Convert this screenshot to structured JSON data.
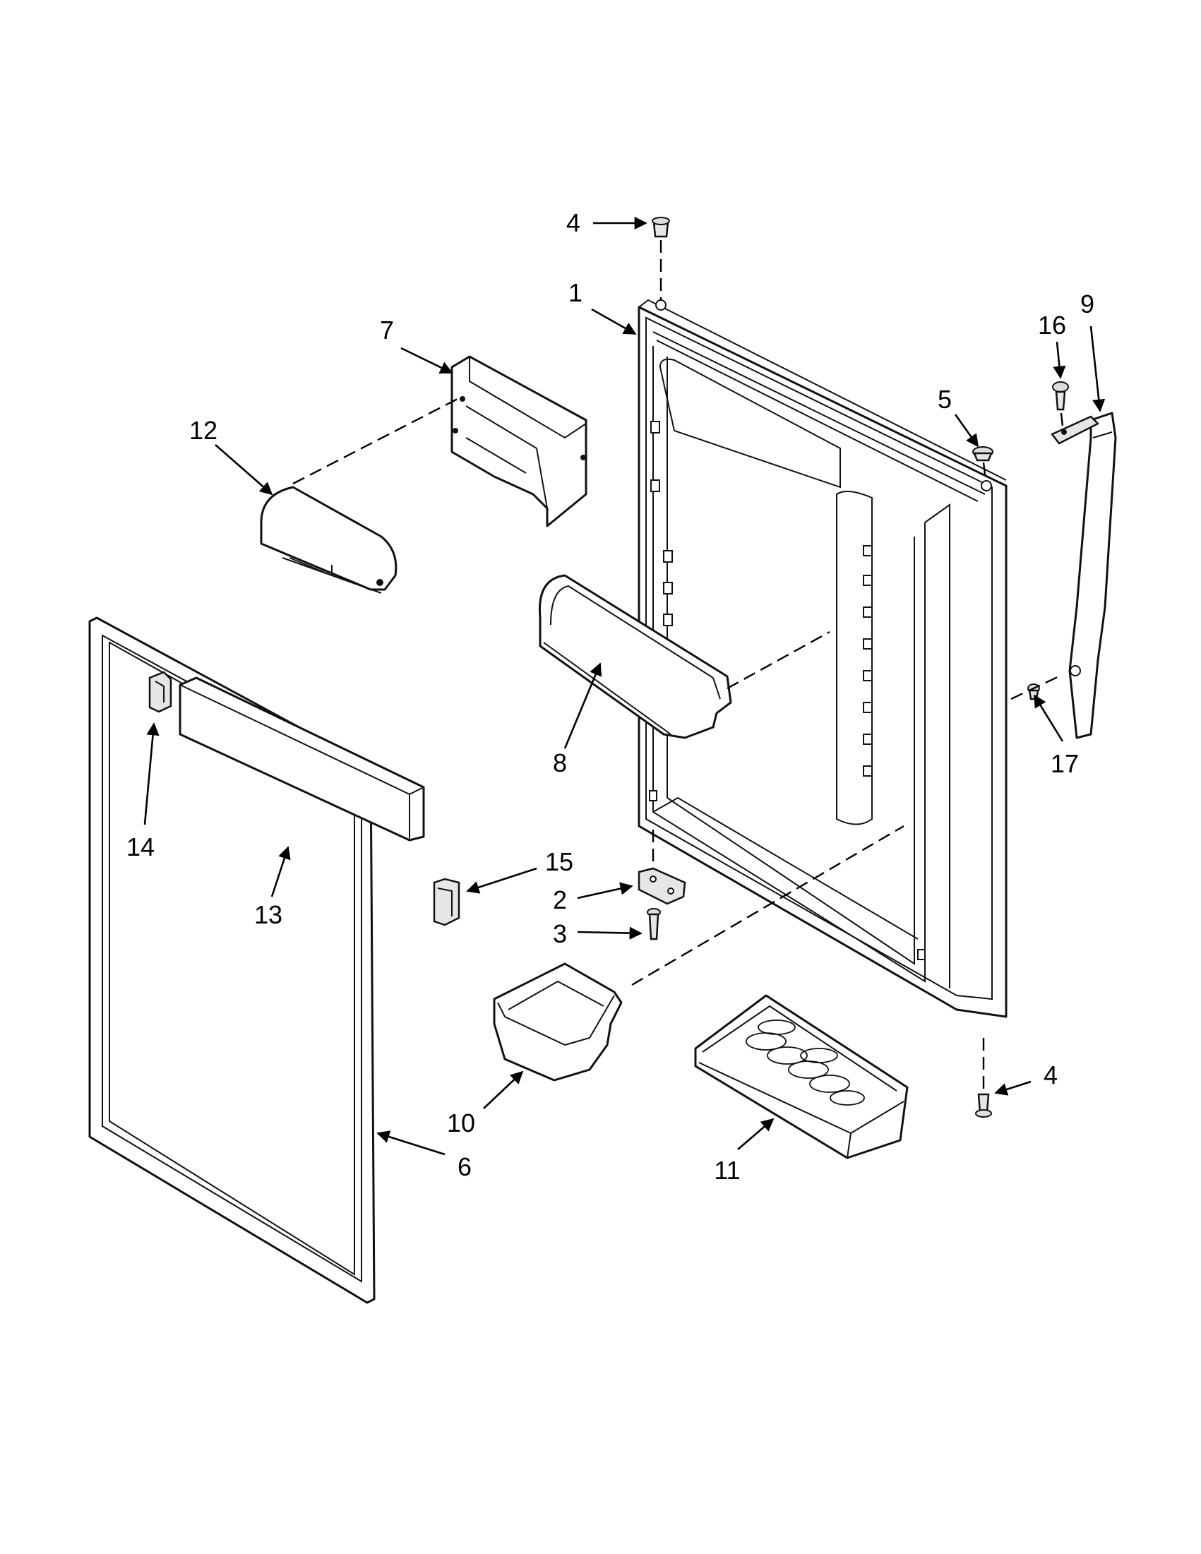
{
  "callouts": [
    {
      "id": "c4a",
      "text": "4"
    },
    {
      "id": "c1",
      "text": "1"
    },
    {
      "id": "c7",
      "text": "7"
    },
    {
      "id": "c12",
      "text": "12"
    },
    {
      "id": "c5",
      "text": "5"
    },
    {
      "id": "c16",
      "text": "16"
    },
    {
      "id": "c9",
      "text": "9"
    },
    {
      "id": "c8",
      "text": "8"
    },
    {
      "id": "c17",
      "text": "17"
    },
    {
      "id": "c14",
      "text": "14"
    },
    {
      "id": "c13",
      "text": "13"
    },
    {
      "id": "c15",
      "text": "15"
    },
    {
      "id": "c2",
      "text": "2"
    },
    {
      "id": "c3",
      "text": "3"
    },
    {
      "id": "c10",
      "text": "10"
    },
    {
      "id": "c6",
      "text": "6"
    },
    {
      "id": "c11",
      "text": "11"
    },
    {
      "id": "c4b",
      "text": "4"
    }
  ]
}
